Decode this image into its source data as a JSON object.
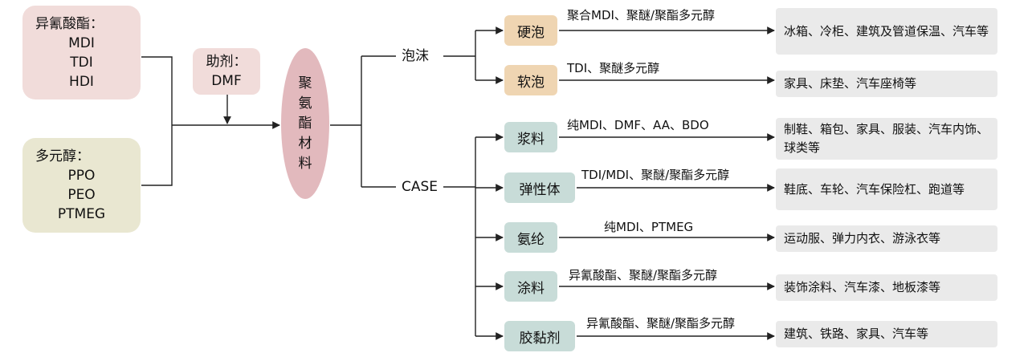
{
  "raw_inputs": {
    "isocyanate": {
      "title": "异氰酸酯：",
      "items": [
        "MDI",
        "TDI",
        "HDI"
      ]
    },
    "polyol": {
      "title": "多元醇：",
      "items": [
        "PPO",
        "PEO",
        "PTMEG"
      ]
    }
  },
  "auxiliary": {
    "line1": "助剂：",
    "line2": "DMF"
  },
  "center": {
    "chars": [
      "聚",
      "氨",
      "酯",
      "材",
      "料"
    ]
  },
  "groups": {
    "foam": "泡沫",
    "case": "CASE"
  },
  "products": [
    {
      "name": "硬泡",
      "materials": "聚合MDI、聚醚/聚酯多元醇",
      "applications": "冰箱、冷柜、建筑及管道保温、汽车等"
    },
    {
      "name": "软泡",
      "materials": "TDI、聚醚多元醇",
      "applications": "家具、床垫、汽车座椅等"
    },
    {
      "name": "浆料",
      "materials": "纯MDI、DMF、AA、BDO",
      "applications": "制鞋、箱包、家具、服装、汽车内饰、球类等"
    },
    {
      "name": "弹性体",
      "materials": "TDI/MDI、聚醚/聚酯多元醇",
      "applications": "鞋底、车轮、汽车保险杠、跑道等"
    },
    {
      "name": "氨纶",
      "materials": "纯MDI、PTMEG",
      "applications": "运动服、弹力内衣、游泳衣等"
    },
    {
      "name": "涂料",
      "materials": "异氰酸酯、聚醚/聚酯多元醇",
      "applications": "装饰涂料、汽车漆、地板漆等"
    },
    {
      "name": "胶黏剂",
      "materials": "异氰酸酯、聚醚/聚酯多元醇",
      "applications": "建筑、铁路、家具、汽车等"
    }
  ]
}
